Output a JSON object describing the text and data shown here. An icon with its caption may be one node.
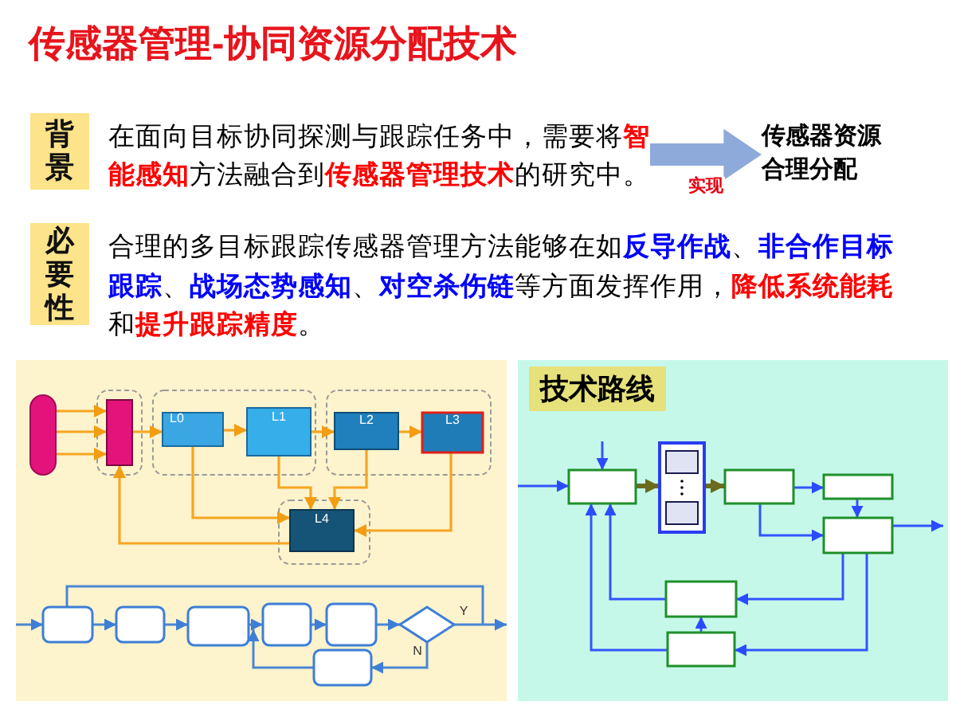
{
  "diagram": {
    "title": "传感器管理-协同资源分配技术",
    "nodes": [
      {
        "text": [
          "背景"
        ]
      },
      {
        "text": [
          "在面向目标协同探测与跟踪任务中，需要将**智能感知**方法融合到**传感器管理技术**的研究中。"
        ]
      },
      {
        "text": [
          "传感器资源合理分配"
        ]
      },
      {
        "text": [
          "必要性"
        ]
      },
      {
        "text": [],
        "shape": "picture"
      },
      {
        "text": [
          "技术路线"
        ]
      }
    ],
    "edges": [
      {
        "from": 1,
        "to": 2,
        "arrow": "to",
        "label": "实现"
      }
    ],
    "labels": [
      "合理的多目标跟踪传感器管理方法能够在如**反导作战**、**非合作目标跟踪**、**战场态势感知**、**对空杀伤链**等方面发挥作用，**降低系统能耗**和**提升跟踪精度**。",
      "L0",
      "L1",
      "L2",
      "L3",
      "L4",
      "Y",
      "N"
    ]
  }
}
